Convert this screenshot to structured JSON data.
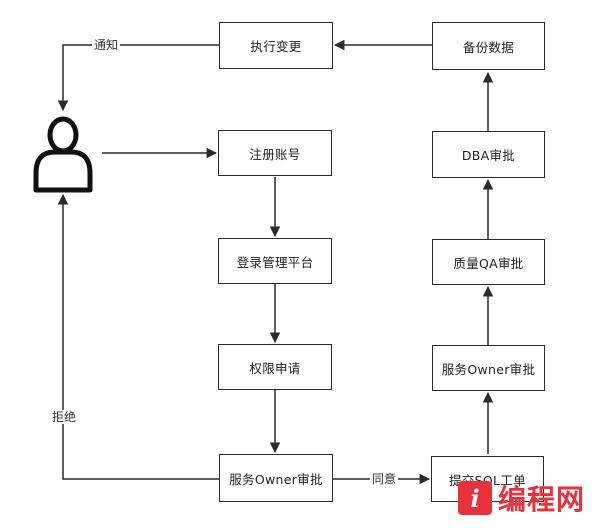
{
  "nodes": {
    "execute_change": "执行变更",
    "backup_data": "备份数据",
    "register_account": "注册账号",
    "dba_approve": "DBA审批",
    "login_platform": "登录管理平台",
    "qa_approve": "质量QA审批",
    "permission_apply": "权限申请",
    "service_owner_approve_right": "服务Owner审批",
    "service_owner_approve_left": "服务Owner审批",
    "submit_sql": "提交SQL工单"
  },
  "edge_labels": {
    "notify": "通知",
    "reject": "拒绝",
    "agree": "同意"
  },
  "actor": {
    "icon": "person-icon"
  },
  "watermark": {
    "logo": "i",
    "text": "编程网"
  },
  "colors": {
    "stroke": "#2b2b2b",
    "watermark": "#e8313a"
  }
}
